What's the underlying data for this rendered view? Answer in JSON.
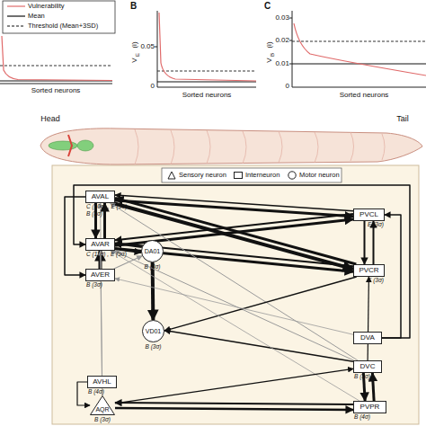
{
  "diagram": {
    "nodes": [
      {
        "text": [
          "AVAL",
          "C (10σ) , E (9σ)",
          "B (3σ)"
        ]
      },
      {
        "text": [
          "AVAR",
          "C (11σ) , E (9σ)"
        ]
      },
      {
        "text": [
          "AVER",
          "B (3σ)"
        ]
      },
      {
        "text": [
          "DA01",
          "B (3σ)"
        ]
      },
      {
        "text": [
          "VD01",
          "B (3σ)"
        ]
      },
      {
        "text": [
          "AVHL",
          "B (4σ)"
        ]
      },
      {
        "text": [
          "AQR",
          "B (3σ)"
        ]
      },
      {
        "text": [
          "PVCL",
          "E (3σ)"
        ]
      },
      {
        "text": [
          "PVCR",
          "E (3σ)"
        ]
      },
      {
        "text": [
          "DVA"
        ]
      },
      {
        "text": [
          "DVC",
          "B (3σ)"
        ]
      },
      {
        "text": [
          "PVPR",
          "B (4σ)"
        ]
      }
    ],
    "edges": [
      {
        "from": 0,
        "to": 1,
        "arrow": "to"
      },
      {
        "from": 1,
        "to": 0,
        "arrow": "to"
      },
      {
        "from": 0,
        "to": 7,
        "arrow": "to"
      },
      {
        "from": 7,
        "to": 0,
        "arrow": "to"
      },
      {
        "from": 0,
        "to": 8,
        "arrow": "to"
      },
      {
        "from": 8,
        "to": 0,
        "arrow": "to"
      },
      {
        "from": 1,
        "to": 7,
        "arrow": "to"
      },
      {
        "from": 7,
        "to": 1,
        "arrow": "to"
      },
      {
        "from": 1,
        "to": 8,
        "arrow": "to"
      },
      {
        "from": 8,
        "to": 1,
        "arrow": "to"
      },
      {
        "from": 7,
        "to": 8,
        "arrow": "to"
      },
      {
        "from": 8,
        "to": 7,
        "arrow": "to"
      },
      {
        "from": 1,
        "to": 3,
        "arrow": "to"
      },
      {
        "from": 3,
        "to": 1,
        "arrow": "to"
      },
      {
        "from": 2,
        "to": 1,
        "arrow": "to"
      },
      {
        "from": 2,
        "to": 3,
        "arrow": "to"
      },
      {
        "from": 3,
        "to": 4,
        "arrow": "to"
      },
      {
        "from": 0,
        "to": 2,
        "arrow": "to"
      },
      {
        "from": 9,
        "to": 7,
        "arrow": "to"
      },
      {
        "from": 9,
        "to": 1,
        "arrow": "to"
      },
      {
        "from": 10,
        "to": 0,
        "arrow": "to"
      },
      {
        "from": 10,
        "to": 1,
        "arrow": "to"
      },
      {
        "from": 10,
        "to": 4,
        "arrow": "to"
      },
      {
        "from": 10,
        "to": 8,
        "arrow": "to"
      },
      {
        "from": 10,
        "to": 11,
        "arrow": "to"
      },
      {
        "from": 11,
        "to": 10,
        "arrow": "to"
      },
      {
        "from": 6,
        "to": 11,
        "arrow": "to"
      },
      {
        "from": 11,
        "to": 6,
        "arrow": "to"
      },
      {
        "from": 5,
        "to": 6,
        "arrow": "to"
      },
      {
        "from": 6,
        "to": 1,
        "arrow": "to"
      },
      {
        "from": 5,
        "to": 0,
        "arrow": "to"
      },
      {
        "from": 8,
        "to": 4,
        "arrow": "to"
      },
      {
        "from": 11,
        "to": 1,
        "arrow": "to"
      },
      {
        "from": 9,
        "to": 2,
        "arrow": "to"
      },
      {
        "from": 6,
        "to": 10,
        "arrow": "to"
      }
    ],
    "labels": [
      "Sorted neurons",
      "B",
      "V",
      "E",
      "(i)",
      "0.05",
      "0",
      "Sorted neurons",
      "C",
      "V",
      "B",
      "(i)",
      "0.03",
      "0.02",
      "0.01",
      "0",
      "Sorted neurons",
      "Head",
      "Tail"
    ],
    "legend": [
      {
        "text": "Vulnerability"
      },
      {
        "text": "Mean"
      },
      {
        "text": "Threshold (Mean+3SD)"
      },
      {
        "text": "Sensory neuron"
      },
      {
        "text": "Interneuron"
      },
      {
        "text": "Motor neuron"
      }
    ]
  }
}
